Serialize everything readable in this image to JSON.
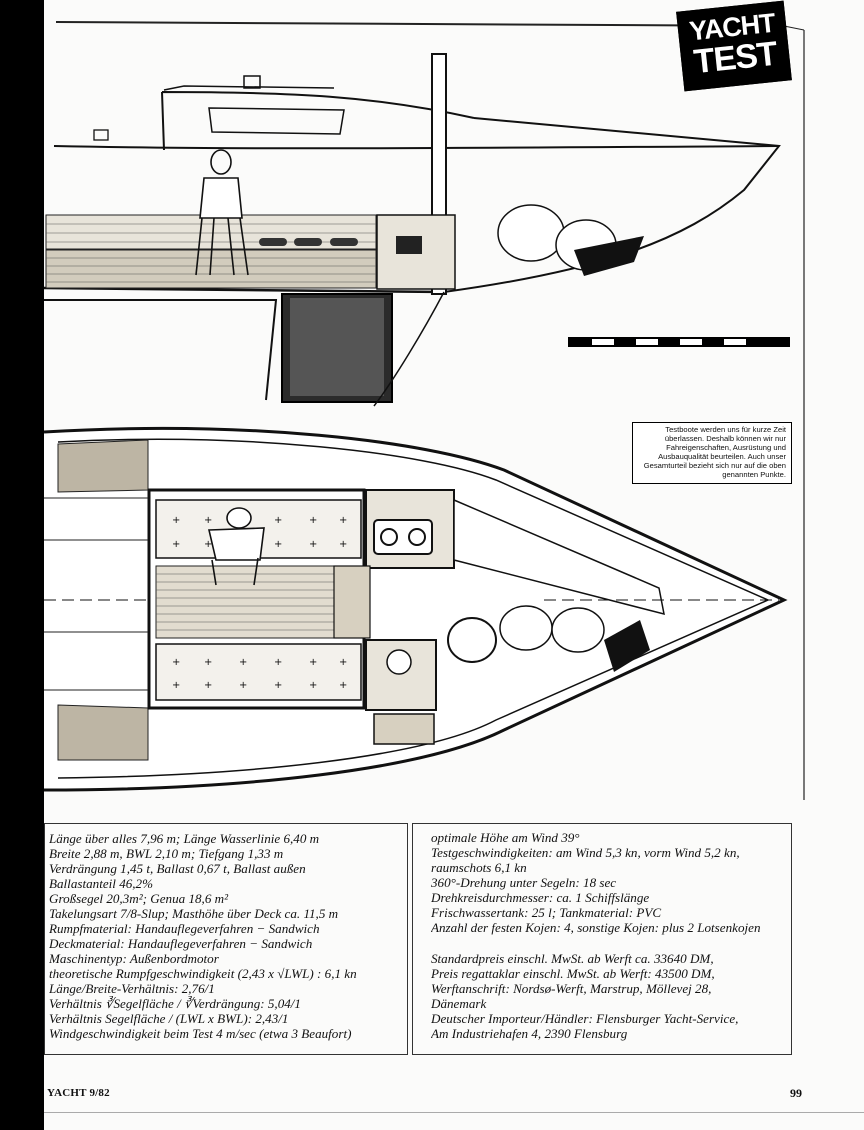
{
  "badge": {
    "line1": "YACHT",
    "line2": "TEST"
  },
  "note": "Testboote werden uns für kurze Zeit überlassen. Deshalb können wir nur Fahreigenschaften, Ausrüstung und Ausbauqualität beurteilen. Auch unser Gesamturteil bezieht sich nur auf die oben genannten Punkte.",
  "specs_left": [
    "Länge über alles 7,96 m; Länge Wasserlinie 6,40 m",
    "Breite 2,88 m, BWL 2,10 m; Tiefgang 1,33 m",
    "Verdrängung 1,45 t, Ballast 0,67 t, Ballast außen",
    "Ballastanteil 46,2%",
    "Großsegel 20,3m²; Genua 18,6 m²",
    "Takelungsart 7/8-Slup; Masthöhe über Deck ca. 11,5 m",
    "Rumpfmaterial: Handauflegeverfahren − Sandwich",
    "Deckmaterial: Handauflegeverfahren − Sandwich",
    "Maschinentyp: Außenbordmotor",
    "theoretische Rumpfgeschwindigkeit (2,43 x √LWL) : 6,1 kn",
    "Länge/Breite-Verhältnis: 2,76/1",
    "Verhältnis ∛Segelfläche / ∛Verdrängung: 5,04/1",
    "Verhältnis Segelfläche / (LWL x BWL): 2,43/1",
    "Windgeschwindigkeit beim Test 4 m/sec (etwa 3 Beaufort)"
  ],
  "specs_right_a": [
    "optimale Höhe am Wind 39°",
    "Testgeschwindigkeiten: am Wind 5,3 kn, vorm Wind 5,2 kn,",
    "raumschots 6,1 kn",
    "360°-Drehung unter Segeln: 18 sec",
    "Drehkreisdurchmesser: ca. 1 Schiffslänge",
    "Frischwassertank: 25 l; Tankmaterial: PVC",
    "Anzahl der festen Kojen: 4, sonstige Kojen: plus 2 Lotsenkojen"
  ],
  "specs_right_b": [
    "Standardpreis einschl. MwSt. ab Werft ca. 33640 DM,",
    "Preis regattaklar einschl. MwSt. ab Werft: 43500 DM,",
    "Werftanschrift: Nordsø-Werft, Marstrup, Möllevej 28,",
    "Dänemark",
    "Deutscher Importeur/Händler: Flensburger Yacht-Service,",
    "Am Industriehafen 4, 2390 Flensburg"
  ],
  "footer": {
    "magazine": "YACHT 9/82",
    "page": "99"
  }
}
